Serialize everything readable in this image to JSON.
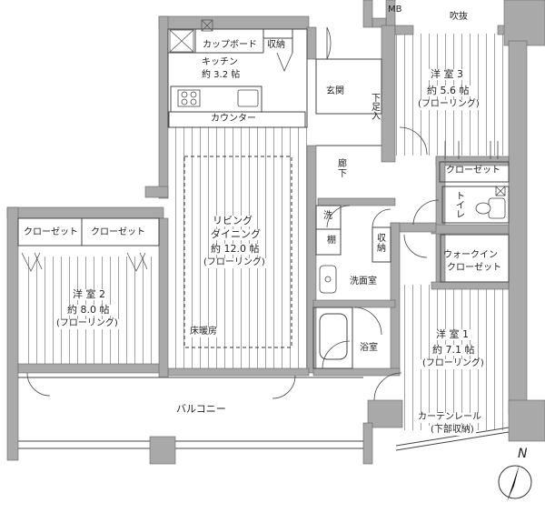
{
  "floorplan": {
    "top_labels": {
      "mb": "MB",
      "skylight": "吹抜"
    },
    "kitchen": {
      "cupboard": "カップボード",
      "storage": "収納",
      "name": "キッチン",
      "size": "約 3.2 帖",
      "counter": "カウンター"
    },
    "entrance": "玄関",
    "shoe_storage": "下足入",
    "hallway": "廊\n下",
    "living": {
      "name1": "リビング",
      "name2": "ダイニング",
      "size": "約 12.0 帖",
      "floor": "(フローリング)",
      "floor_heating": "床暖房"
    },
    "room3": {
      "name": "洋 室 3",
      "size": "約 5.6 帖",
      "floor": "(フローリング)",
      "closet": "クローゼット"
    },
    "toilet": "トイレ",
    "walkin": {
      "line1": "ウォークイン",
      "line2": "クローゼット"
    },
    "room2": {
      "name": "洋 室 2",
      "size": "約 8.0 帖",
      "floor": "(フローリング)",
      "closet_left": "クローゼット",
      "closet_right": "クローゼット"
    },
    "wash": "洗",
    "shelf": "棚",
    "storage_small": "収\n納",
    "washroom": "洗面室",
    "bathroom": "浴室",
    "room1": {
      "name": "洋 室 1",
      "size": "約 7.1 帖",
      "floor": "(フローリング)",
      "curtain1": "カーテンレール",
      "curtain2": "(下部収納)"
    },
    "balcony": "バルコニー",
    "north": "N"
  }
}
